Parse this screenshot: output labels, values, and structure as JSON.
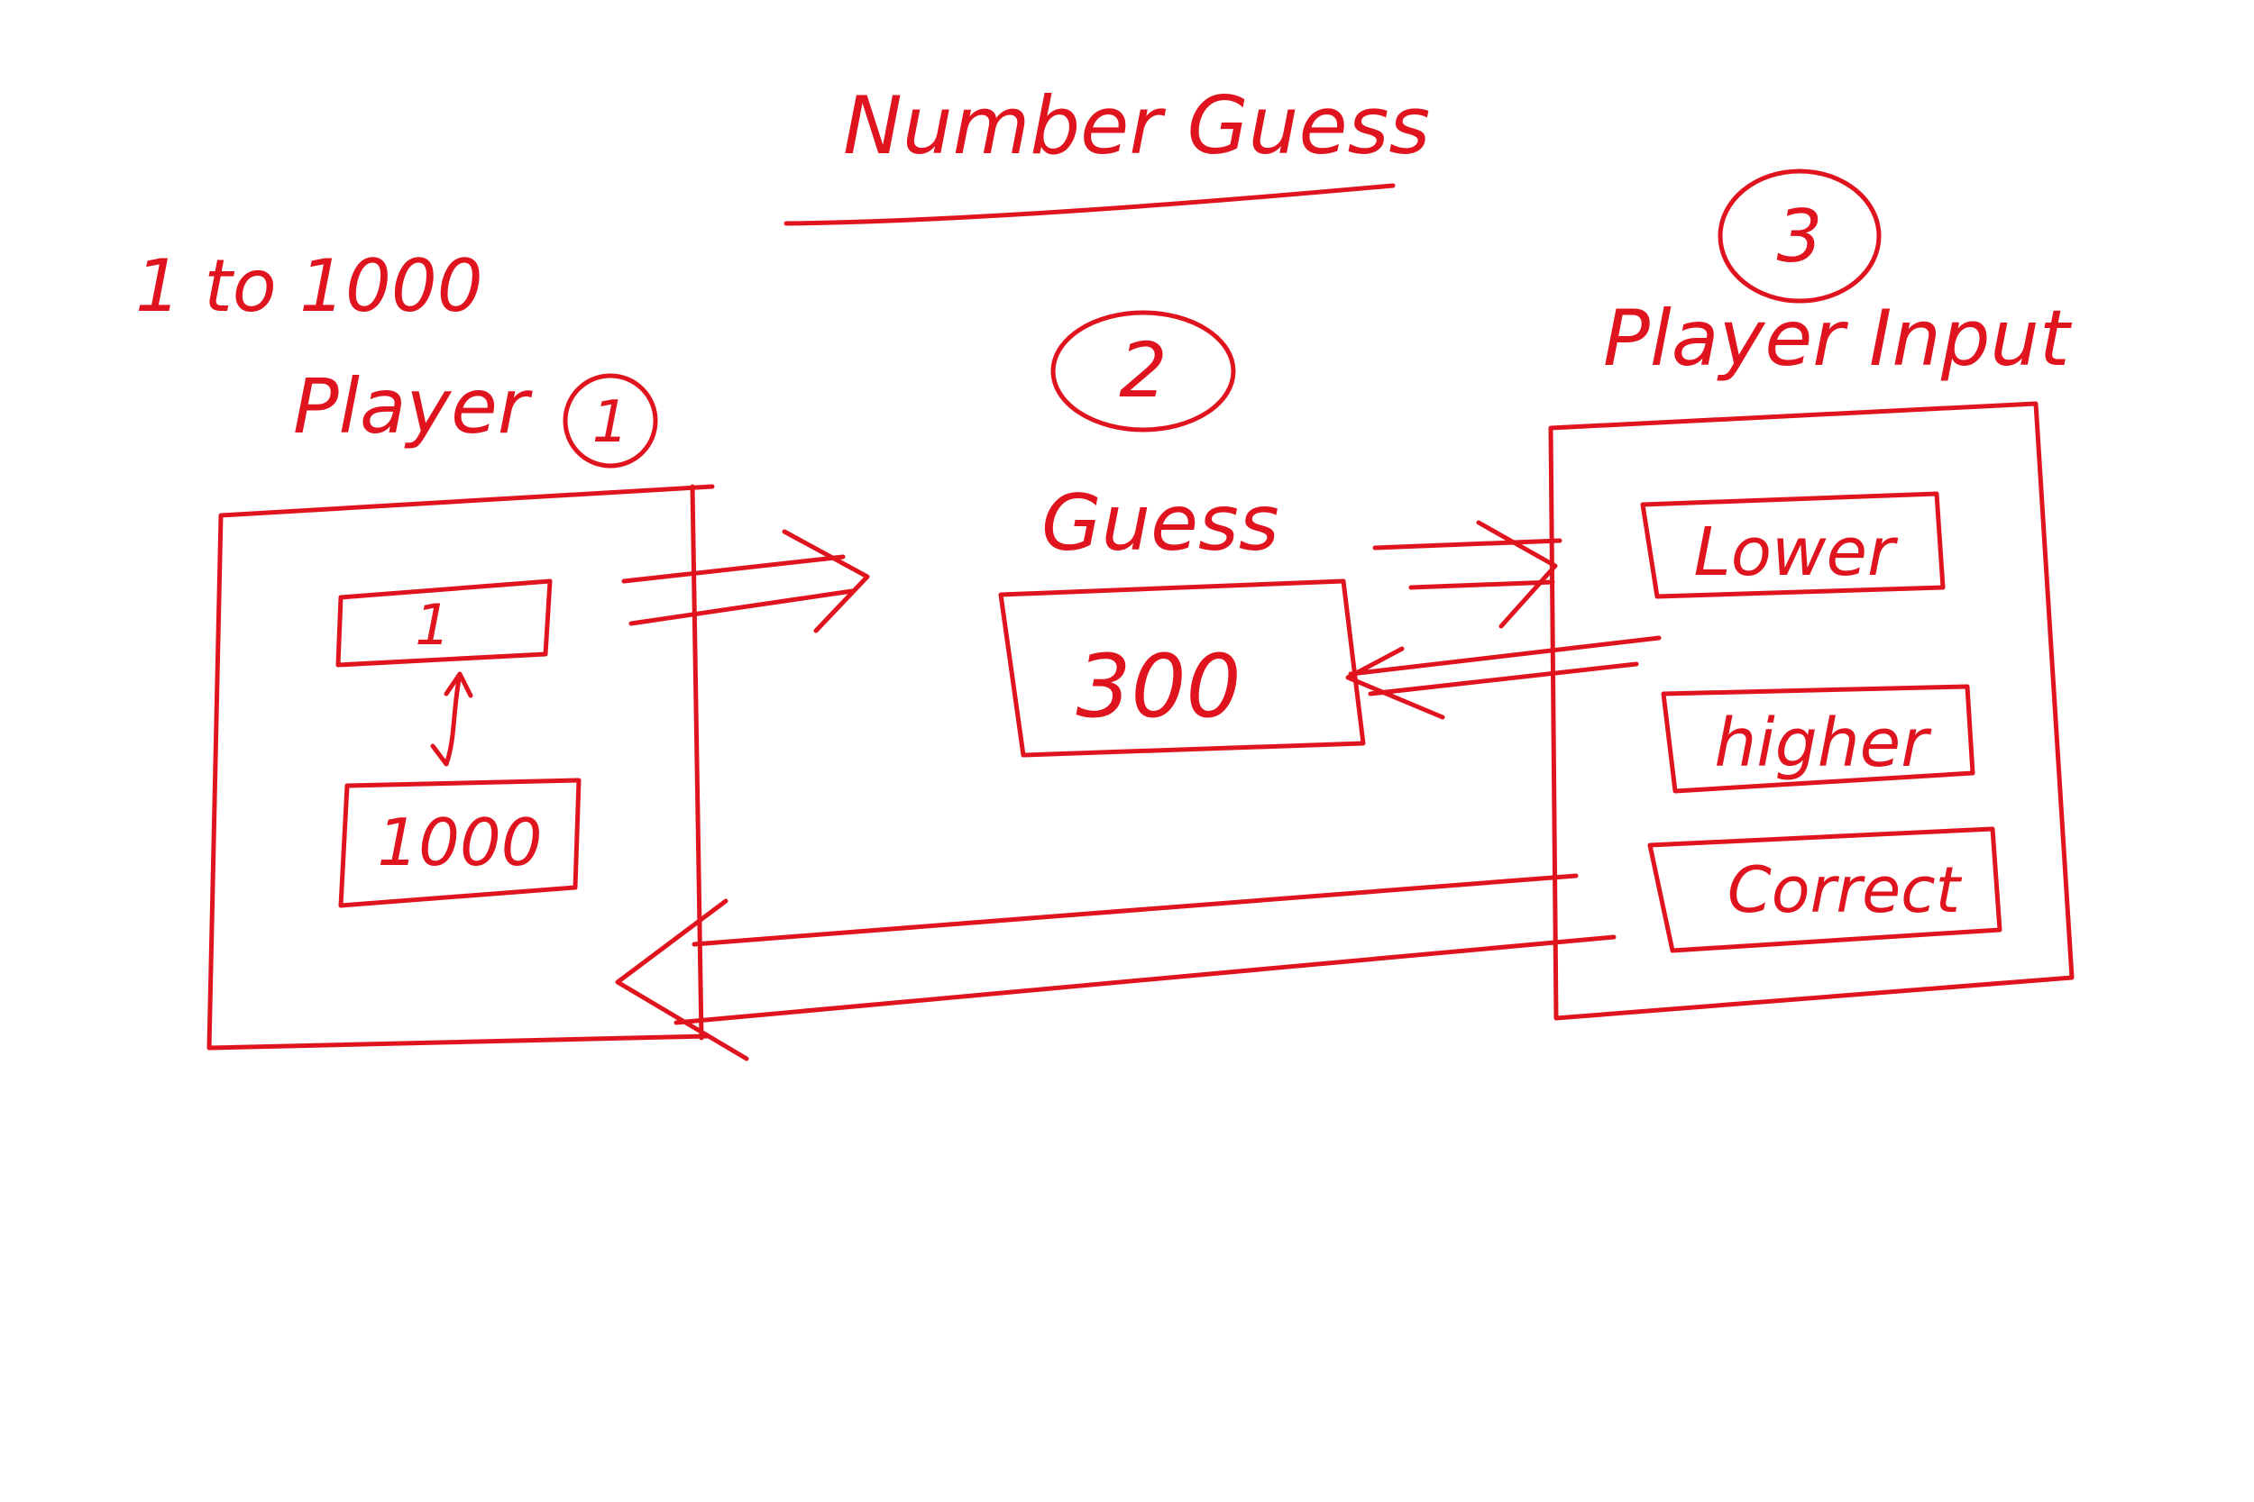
{
  "ink_color": "#e0141e",
  "background": "#ffffff",
  "title": "Number Guess",
  "range_label": "1 to 1000",
  "player1": {
    "label": "Player",
    "step_number": "1",
    "min_value": "1",
    "max_value": "1000"
  },
  "guess": {
    "label": "Guess",
    "step_number": "2",
    "value": "300"
  },
  "player_input": {
    "label": "Player Input",
    "step_number": "3",
    "options": [
      "Lower",
      "higher",
      "Correct"
    ]
  }
}
